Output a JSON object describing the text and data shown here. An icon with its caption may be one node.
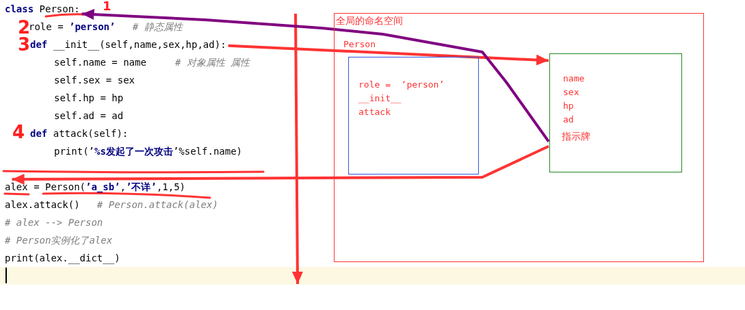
{
  "diagram": {
    "nodes": [
      {
        "text": [
          "**class** Person:"
        ]
      },
      {
        "text": [
          "**def** __init__(self,name,sex,hp,ad):"
        ]
      },
      {
        "text": [
          "alex = Person(**’a_sb’**,**’不详’**,1,5)"
        ]
      },
      {
        "text": [
          "全局的命名空间"
        ]
      },
      {
        "text": [
          "Person",
          "role =  ‘person’",
          "__init__",
          "attack"
        ],
        "in": 3
      },
      {
        "text": [
          "name",
          "sex",
          "hp",
          "ad",
          "指示牌"
        ],
        "in": 3
      }
    ],
    "edges": [
      {
        "from": 1,
        "to": 5,
        "arrow": "to"
      },
      {
        "from": 5,
        "to": 0,
        "arrow": "to",
        "color": "#800080"
      },
      {
        "from": 5,
        "to": 2,
        "arrow": "to"
      }
    ],
    "labels": [
      "1",
      "2",
      "role = **’person’**   *# 静态属性*",
      "3",
      "self.name = name     *# 对象属性 属性*",
      "self.sex = sex",
      "self.hp = hp",
      "self.ad = ad",
      "4",
      "**def** attack(self):",
      "print(’**%s发起了一次攻击**’%self.name)",
      "alex.attack()   *# Person.attack(alex)*",
      "# alex --> Person",
      "# Person实例化了alex",
      "print(alex.__dict__)"
    ]
  }
}
